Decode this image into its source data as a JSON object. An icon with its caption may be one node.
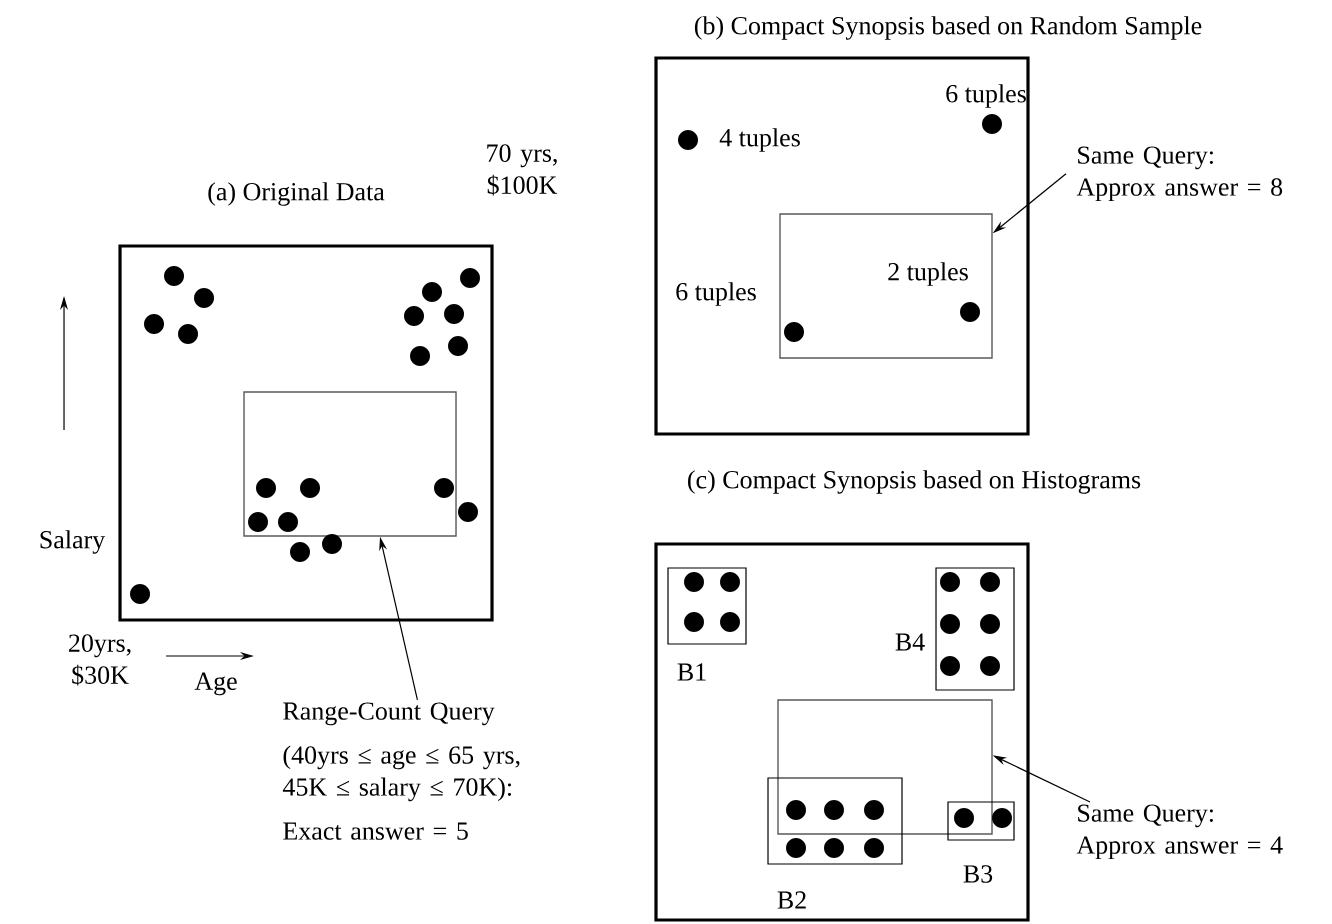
{
  "diagram": {
    "nodes": [
      {
        "text": [
          "(a) Original Data"
        ]
      },
      {
        "text": [],
        "shape": "box",
        "in": 0
      },
      {
        "text": [
          "Range-Count Query",
          "(40yrs ≤ age ≤ 65 yrs, 45K ≤ salary ≤ 70K):",
          "Exact answer = 5"
        ]
      },
      {
        "text": [
          "(b) Compact Synopsis based on Random Sample"
        ]
      },
      {
        "text": [],
        "shape": "box",
        "in": 3
      },
      {
        "text": [
          "Same Query:",
          "Approx answer = 8"
        ]
      },
      {
        "text": [
          "(c) Compact Synopsis based on Histograms"
        ]
      },
      {
        "text": [
          "B1"
        ],
        "in": 6
      },
      {
        "text": [
          "B4"
        ],
        "in": 6
      },
      {
        "text": [],
        "shape": "box",
        "in": 6
      },
      {
        "text": [
          "B2"
        ],
        "in": 6
      },
      {
        "text": [
          "B3"
        ],
        "in": 6
      },
      {
        "text": [
          "Same Query:",
          "Approx answer = 4"
        ]
      }
    ],
    "edges": [
      {
        "from": 2,
        "to": 1,
        "arrow": "to"
      },
      {
        "from": 5,
        "to": 4,
        "arrow": "to"
      },
      {
        "from": 12,
        "to": 9,
        "arrow": "to"
      }
    ],
    "labels": [
      "70 yrs, $100K",
      "Salary",
      "20yrs, $30K",
      "Age",
      "6 tuples",
      "4 tuples",
      "2 tuples",
      "6 tuples"
    ]
  }
}
